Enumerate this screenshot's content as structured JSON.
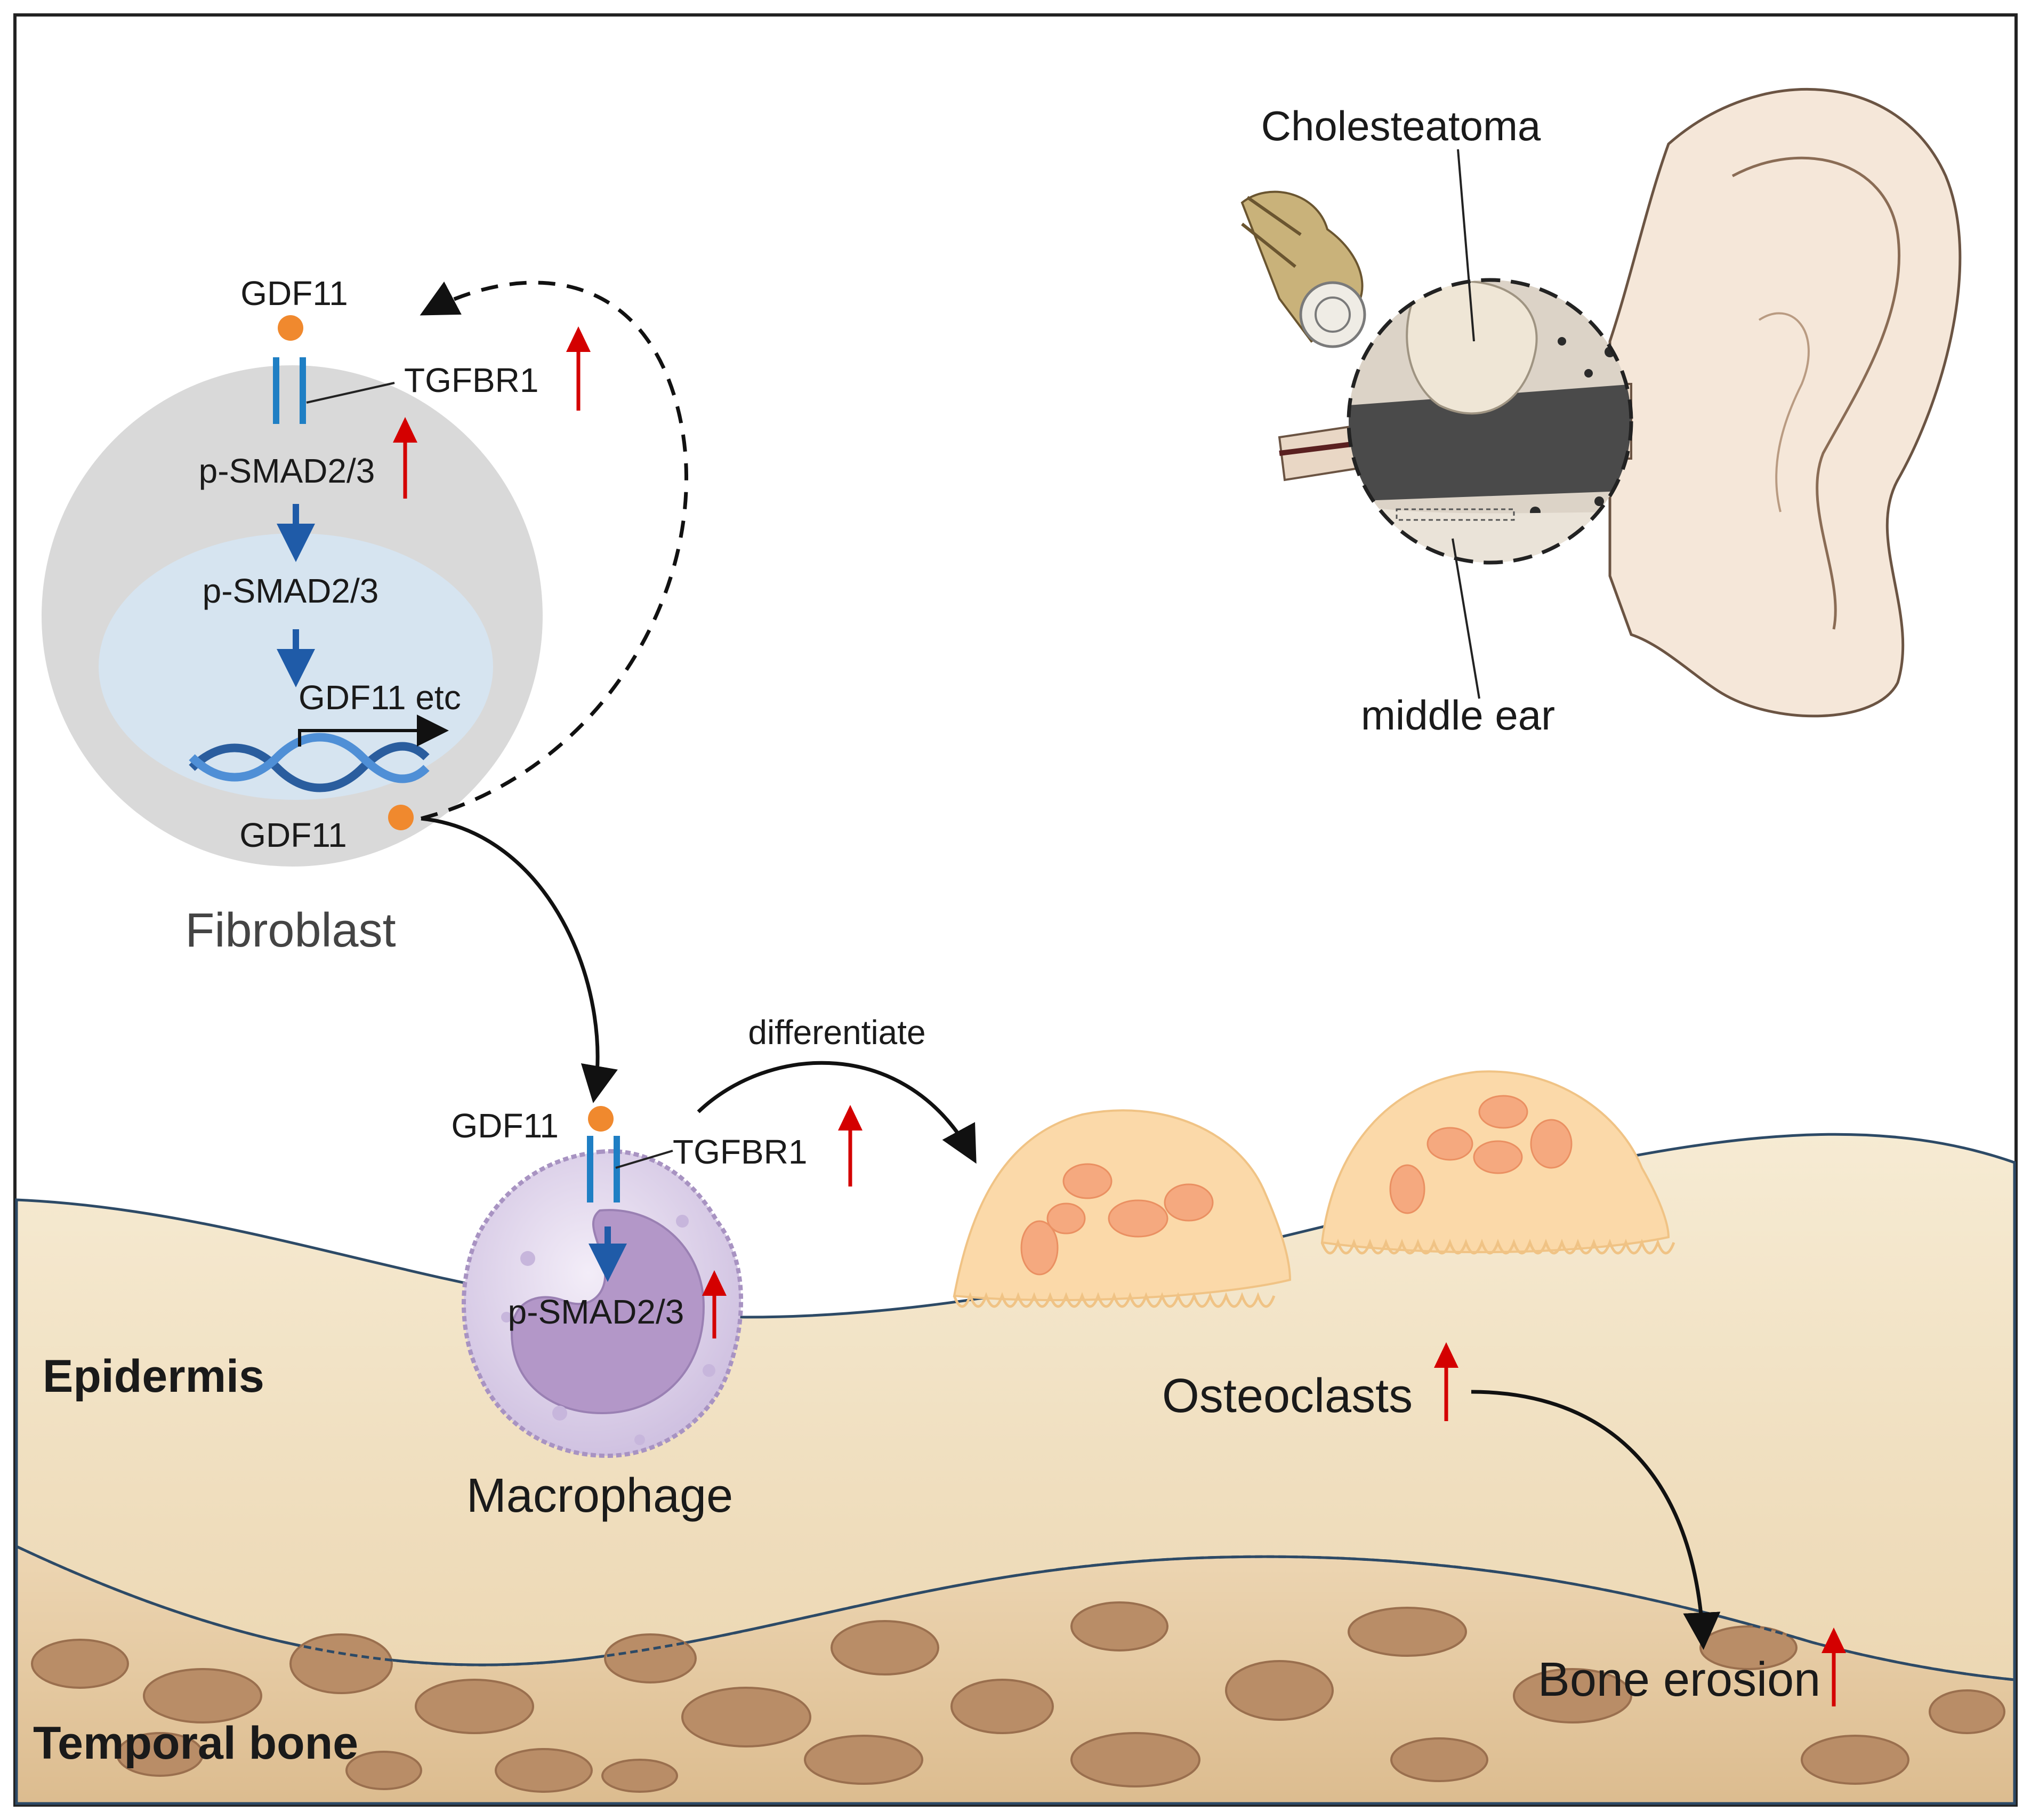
{
  "fibroblast": {
    "gdf11_top": "GDF11",
    "receptor": "TGFBR1",
    "psmad_membrane": "p-SMAD2/3",
    "psmad_nucleus": "p-SMAD2/3",
    "gene": "GDF11 etc",
    "gdf11_secreted": "GDF11",
    "cell_label": "Fibroblast"
  },
  "macrophage": {
    "gdf11": "GDF11",
    "receptor": "TGFBR1",
    "psmad": "p-SMAD2/3",
    "cell_label": "Macrophage"
  },
  "process": {
    "differentiate": "differentiate",
    "osteoclasts": "Osteoclasts",
    "bone_erosion": "Bone erosion"
  },
  "layers": {
    "epidermis": "Epidermis",
    "temporal_bone": "Temporal bone"
  },
  "ear": {
    "cholesteatoma": "Cholesteatoma",
    "middle_ear": "middle ear"
  },
  "colors": {
    "up_arrow": "#d40000",
    "pathway_arrow": "#1f5ba8",
    "receptor": "#1f7fc4",
    "ligand": "#f0892e",
    "fibroblast_cell": "#d9d9d9",
    "nucleus": "#d6e4f0",
    "epidermis": "#f1e2c4",
    "bone": "#e5c89f",
    "bone_pits": "#b98d67",
    "osteoclast": "#fbd9a9",
    "osteoclast_nuclei": "#f5a97f",
    "macrophage": "#ded2ea",
    "macrophage_nucleus": "#b397c8"
  }
}
